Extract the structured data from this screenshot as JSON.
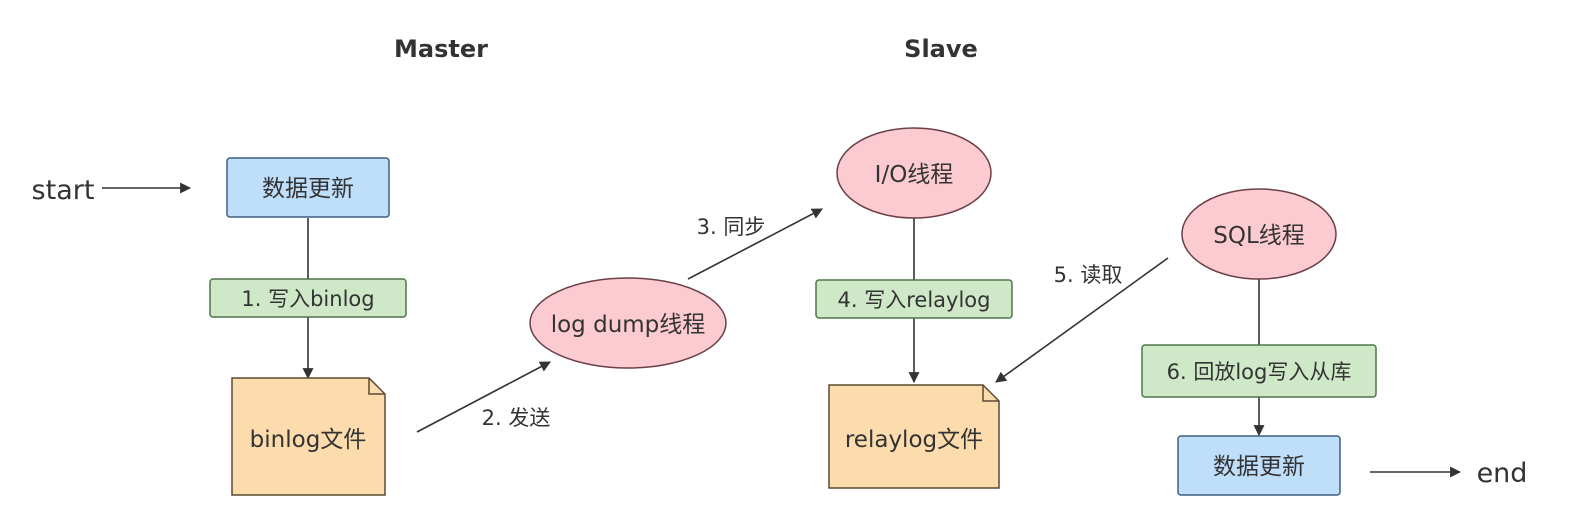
{
  "colors": {
    "update_fill": "#bfdefa",
    "update_stroke": "#3f5f80",
    "step_fill": "#cfe9c8",
    "step_stroke": "#4f7548",
    "file_fill": "#fcdcac",
    "file_stroke": "#5b4a33",
    "thread_fill": "#fccbd2",
    "thread_stroke": "#6a4048"
  },
  "titles": {
    "master": "Master",
    "slave": "Slave"
  },
  "terminals": {
    "start": "start",
    "end": "end"
  },
  "nodes": {
    "master_update": "数据更新",
    "binlog_file": "binlog文件",
    "dump_thread": "log dump线程",
    "io_thread": "I/O线程",
    "relaylog_file": "relaylog文件",
    "sql_thread": "SQL线程",
    "slave_update": "数据更新"
  },
  "steps": {
    "write_binlog": "1. 写入binlog",
    "send": "2. 发送",
    "sync": "3. 同步",
    "write_relaylog": "4. 写入relaylog",
    "read": "5. 读取",
    "replay": "6. 回放log写入从库"
  }
}
